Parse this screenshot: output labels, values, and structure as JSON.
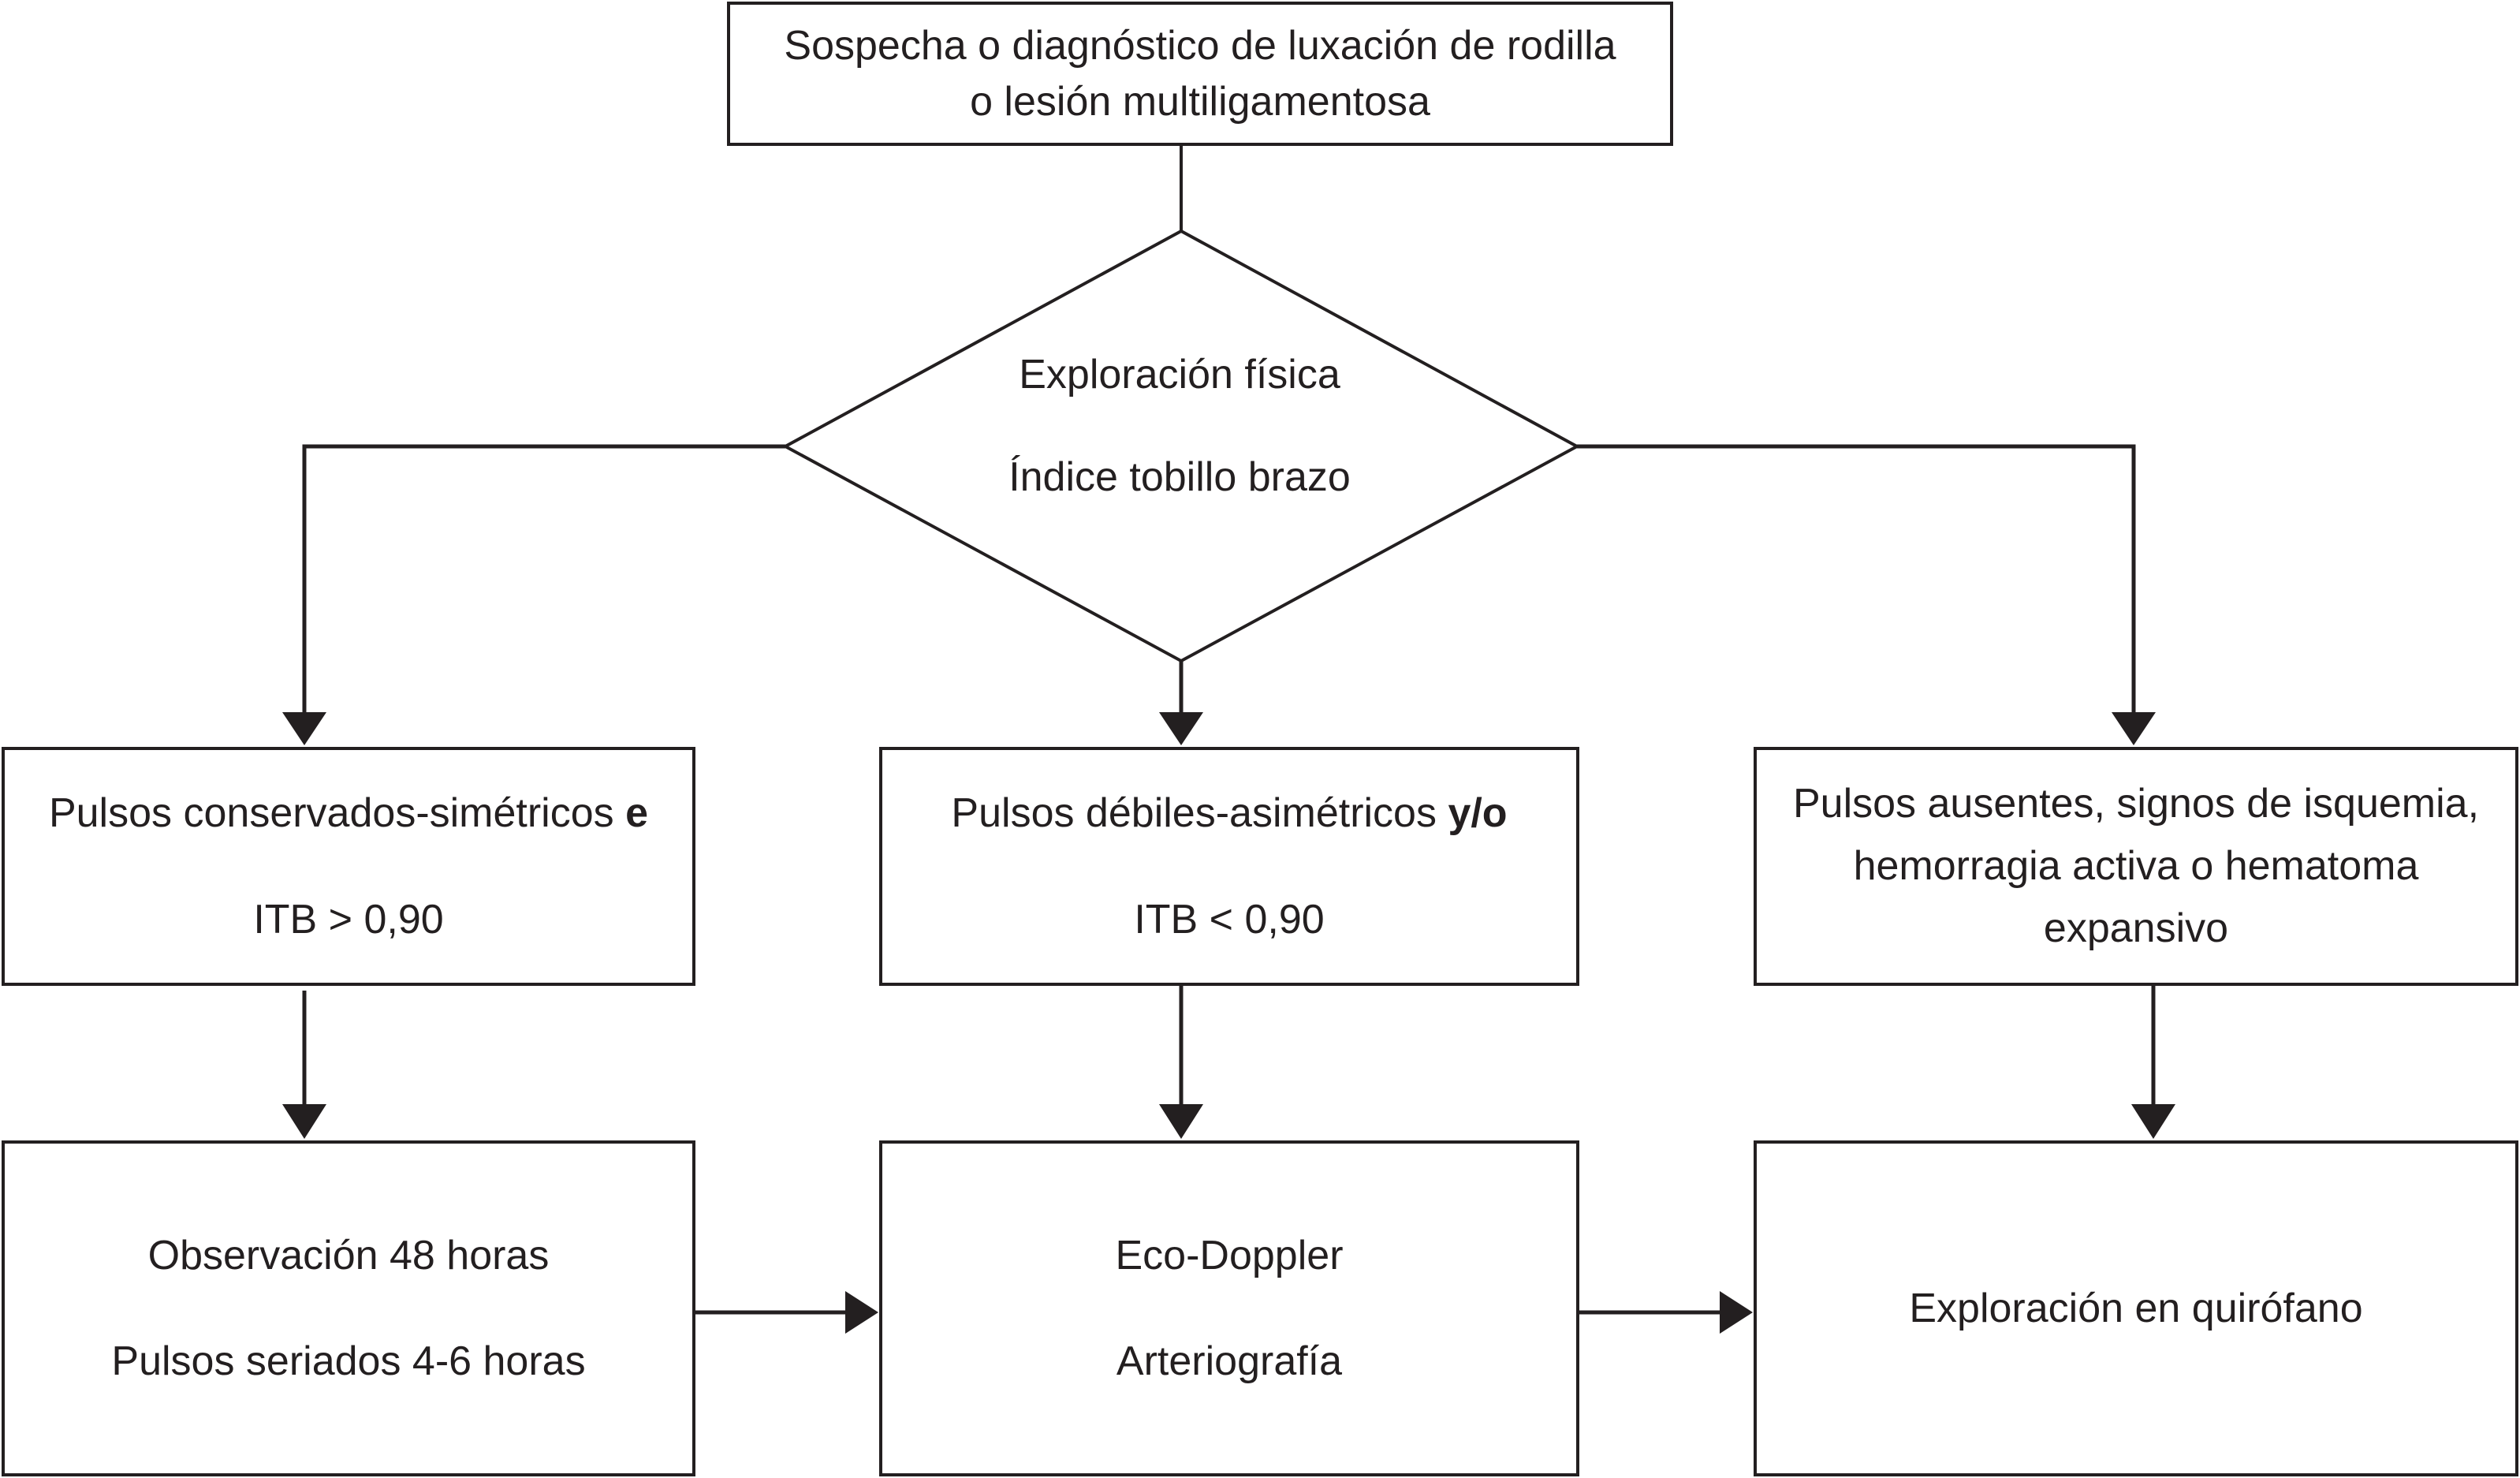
{
  "start": {
    "line1": "Sospecha o diagnóstico de luxación de rodilla",
    "line2": "o lesión multiligamentosa"
  },
  "decision": {
    "line1": "Exploración física",
    "line2": "Índice tobillo brazo"
  },
  "branches": {
    "left": {
      "text": "Pulsos conservados-simétricos ",
      "bold": "e",
      "itb": "ITB > 0,90"
    },
    "middle": {
      "text": "Pulsos débiles-asimétricos ",
      "bold": "y/o",
      "itb": "ITB < 0,90"
    },
    "right": {
      "line1": "Pulsos ausentes, signos de isquemia,",
      "line2": "hemorragia activa o hematoma",
      "line3": "expansivo"
    }
  },
  "outcomes": {
    "left": {
      "line1": "Observación 48 horas",
      "line2": "Pulsos seriados 4-6 horas"
    },
    "middle": {
      "line1": "Eco-Doppler",
      "line2": "Arteriografía"
    },
    "right": {
      "line1": "Exploración en quirófano"
    }
  }
}
